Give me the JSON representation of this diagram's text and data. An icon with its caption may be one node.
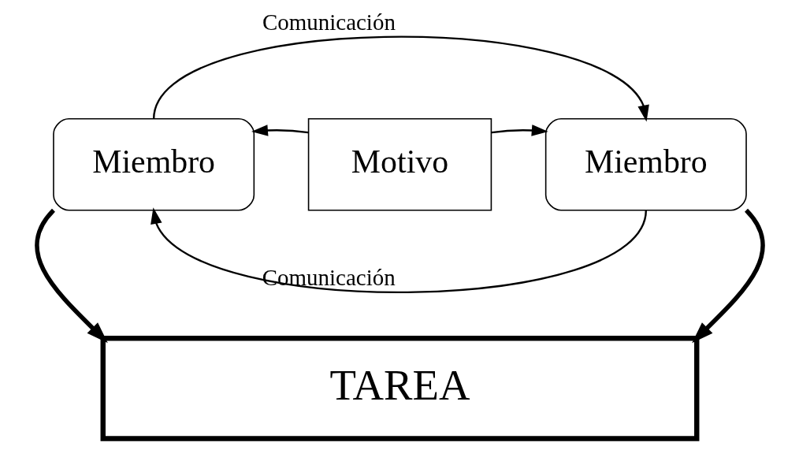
{
  "diagram": {
    "nodes": [
      {
        "text": [
          "Miembro"
        ]
      },
      {
        "text": [
          "Motivo"
        ]
      },
      {
        "text": [
          "Miembro"
        ]
      },
      {
        "text": [
          "TAREA"
        ]
      }
    ],
    "edges": [
      {
        "from": 0,
        "to": 2,
        "arrow": "to",
        "label": "Comunicación"
      },
      {
        "from": 2,
        "to": 0,
        "arrow": "to",
        "label": "Comunicación"
      },
      {
        "from": 1,
        "to": 0,
        "arrow": "to"
      },
      {
        "from": 1,
        "to": 2,
        "arrow": "to"
      },
      {
        "from": 0,
        "to": 3,
        "arrow": "to",
        "style": "thick"
      },
      {
        "from": 2,
        "to": 3,
        "arrow": "to",
        "style": "thick"
      }
    ]
  }
}
